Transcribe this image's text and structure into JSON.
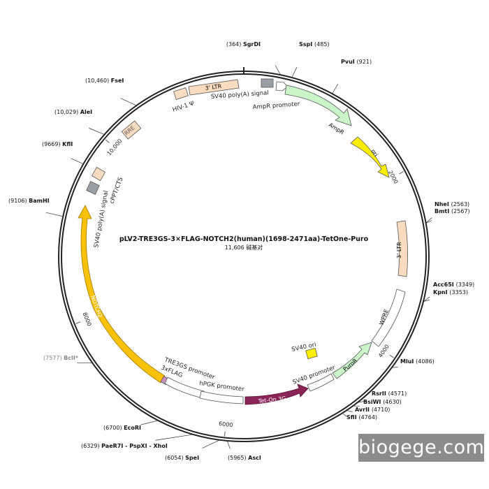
{
  "plasmid": {
    "name": "pLV2-TRE3GS-3×FLAG-NOTCH2(human)(1698-2471aa)-TetOne-Puro",
    "size_label": "11,606 碱基对",
    "length_bp": 11606
  },
  "ticks": [
    {
      "bp": 2000,
      "label": "2000"
    },
    {
      "bp": 4000,
      "label": "4000"
    },
    {
      "bp": 6000,
      "label": "6000"
    },
    {
      "bp": 8000,
      "label": "8000"
    },
    {
      "bp": 10000,
      "label": "10,000"
    }
  ],
  "sites": [
    {
      "id": "sgrdi",
      "name": "SgrDI",
      "pos": "(364)",
      "bp": 364,
      "grey": false
    },
    {
      "id": "sspi",
      "name": "SspI",
      "pos": "(485)",
      "bp": 485,
      "grey": false
    },
    {
      "id": "pvui",
      "name": "PvuI",
      "pos": "(921)",
      "bp": 921,
      "grey": false
    },
    {
      "id": "nhei",
      "name": "NheI",
      "pos": "(2563)",
      "bp": 2563,
      "grey": false
    },
    {
      "id": "bmti",
      "name": "BmtI",
      "pos": "(2567)",
      "bp": 2567,
      "grey": false
    },
    {
      "id": "acc65i",
      "name": "Acc65I",
      "pos": "(3349)",
      "bp": 3349,
      "grey": false
    },
    {
      "id": "kpni",
      "name": "KpnI",
      "pos": "(3353)",
      "bp": 3353,
      "grey": false
    },
    {
      "id": "mlui",
      "name": "MluI",
      "pos": "(4086)",
      "bp": 4086,
      "grey": false
    },
    {
      "id": "rsrii",
      "name": "RsrII",
      "pos": "(4571)",
      "bp": 4571,
      "grey": false
    },
    {
      "id": "bsiwi",
      "name": "BsiWI",
      "pos": "(4630)",
      "bp": 4630,
      "grey": false
    },
    {
      "id": "avrii",
      "name": "AvrII",
      "pos": "(4710)",
      "bp": 4710,
      "grey": false
    },
    {
      "id": "sfii",
      "name": "SfiI",
      "pos": "(4764)",
      "bp": 4764,
      "grey": false
    },
    {
      "id": "asci",
      "name": "AscI",
      "pos": "(5965)",
      "bp": 5965,
      "grey": false
    },
    {
      "id": "spei",
      "name": "SpeI",
      "pos": "(6054)",
      "bp": 6054,
      "grey": false
    },
    {
      "id": "xhoi",
      "name": "PaeR7I - PspXI - XhoI",
      "pos": "(6329)",
      "bp": 6329,
      "grey": false
    },
    {
      "id": "ecori",
      "name": "EcoRI",
      "pos": "(6700)",
      "bp": 6700,
      "grey": false
    },
    {
      "id": "bcli",
      "name": "BclI*",
      "pos": "(7577)",
      "bp": 7577,
      "grey": true
    },
    {
      "id": "bamhi",
      "name": "BamHI",
      "pos": "(9106)",
      "bp": 9106,
      "grey": false
    },
    {
      "id": "kfli",
      "name": "KflI",
      "pos": "(9669)",
      "bp": 9669,
      "grey": false
    },
    {
      "id": "alei",
      "name": "AleI",
      "pos": "(10,029)",
      "bp": 10029,
      "grey": false
    },
    {
      "id": "fsei",
      "name": "FseI",
      "pos": "(10,460)",
      "bp": 10460,
      "grey": false
    }
  ],
  "features": {
    "ltr3_top": "3' LTR",
    "ltr3_right": "3' LTR",
    "hiv_psi": "HIV-1 Ψ",
    "sv40_polya_top": "SV40 poly(A) signal",
    "ampr_promoter": "AmpR promoter",
    "ampr": "AmpR",
    "ori": "ori",
    "rre": "RRE",
    "cppt": "cPPT/CTS",
    "sv40_polya_left": "SV40 poly(A) signal",
    "notch2": "NOTCH2",
    "wpre": "WPRE",
    "sv40_ori": "SV40 ori",
    "puror": "PuroR",
    "sv40_promoter": "SV40 promoter",
    "tet_on": "Tet-On 3G",
    "hpgk_promoter": "hPGK promoter",
    "tre3gs_promoter": "TRE3GS promoter",
    "flag": "3xFLAG"
  },
  "colors": {
    "backbone": "#222222",
    "ltr": "#f9dcc0",
    "ampr": "#c9f5c9",
    "ori": "#ffee00",
    "notch2": "#f8c20c",
    "tet_on": "#8b2558",
    "flag": "#c890c0",
    "grey_box": "#9a9fa6",
    "sv40_ori": "#ffee00"
  },
  "watermark": "biogege.com"
}
